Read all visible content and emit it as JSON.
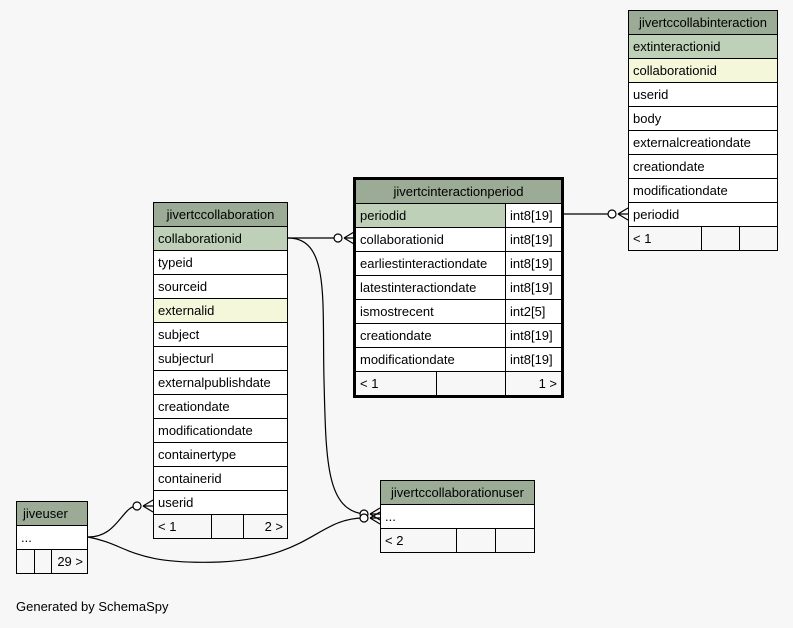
{
  "tables": {
    "collabinteraction": {
      "name": "jivertccollabinteraction",
      "columns": [
        "extinteractionid",
        "collaborationid",
        "userid",
        "body",
        "externalcreationdate",
        "creationdate",
        "modificationdate",
        "periodid"
      ],
      "footer": [
        "< 1",
        "",
        ""
      ]
    },
    "interactionperiod": {
      "name": "jivertcinteractionperiod",
      "columns": [
        {
          "name": "periodid",
          "type": "int8[19]"
        },
        {
          "name": "collaborationid",
          "type": "int8[19]"
        },
        {
          "name": "earliestinteractiondate",
          "type": "int8[19]"
        },
        {
          "name": "latestinteractiondate",
          "type": "int8[19]"
        },
        {
          "name": "ismostrecent",
          "type": "int2[5]"
        },
        {
          "name": "creationdate",
          "type": "int8[19]"
        },
        {
          "name": "modificationdate",
          "type": "int8[19]"
        }
      ],
      "footer": [
        "< 1",
        "",
        "1 >"
      ]
    },
    "collaboration": {
      "name": "jivertccollaboration",
      "columns": [
        "collaborationid",
        "typeid",
        "sourceid",
        "externalid",
        "subject",
        "subjecturl",
        "externalpublishdate",
        "creationdate",
        "modificationdate",
        "containertype",
        "containerid",
        "userid"
      ],
      "footer": [
        "< 1",
        "",
        "2 >"
      ]
    },
    "collaborationuser": {
      "name": "jivertccollaborationuser",
      "columns": [
        "..."
      ],
      "footer": [
        "< 2",
        "",
        ""
      ]
    },
    "jiveuser": {
      "name": "jiveuser",
      "columns": [
        "..."
      ],
      "footer": [
        "",
        "",
        "29 >"
      ]
    }
  },
  "footer_text": "Generated by SchemaSpy",
  "colors": {
    "background": "#f7f7f7",
    "header": "#9bab96",
    "primary_key": "#bed1b8",
    "foreign_key": "#f4f7da"
  }
}
